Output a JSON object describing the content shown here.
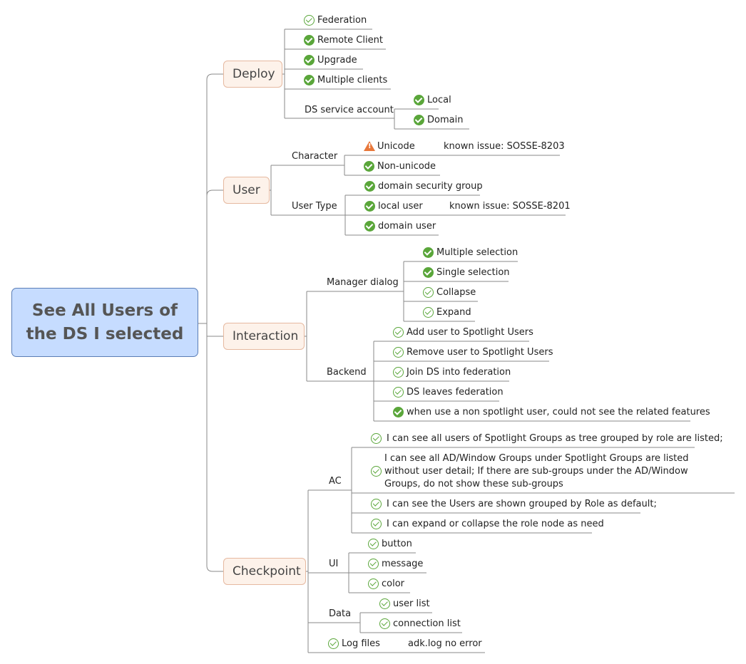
{
  "root": {
    "line1": "See All Users of",
    "line2": "the DS I selected"
  },
  "branches": {
    "deploy": "Deploy",
    "user": "User",
    "interaction": "Interaction",
    "checkpoint": "Checkpoint"
  },
  "deploy": {
    "federation": "Federation",
    "remote_client": "Remote Client",
    "upgrade": "Upgrade",
    "multiple_clients": "Multiple clients",
    "ds_service_account": "DS service account",
    "local": "Local",
    "domain": "Domain"
  },
  "user": {
    "character": "Character",
    "unicode": "Unicode",
    "unicode_note": "known issue: SOSSE-8203",
    "non_unicode": "Non-unicode",
    "user_type": "User Type",
    "domain_security_group": "domain security group",
    "local_user": "local user",
    "local_user_note": "known issue: SOSSE-8201",
    "domain_user": "domain user"
  },
  "interaction": {
    "manager_dialog": "Manager dialog",
    "multiple_selection": "Multiple selection",
    "single_selection": "Single selection",
    "collapse": "Collapse",
    "expand": "Expand",
    "backend": "Backend",
    "add_user": "Add user to Spotlight Users",
    "remove_user": "Remove user to Spotlight Users",
    "join_ds": "Join DS into federation",
    "ds_leaves": "DS leaves federation",
    "non_spotlight": "when use a non spotlight user, could not see the related features"
  },
  "checkpoint": {
    "ac": "AC",
    "ac1": "I can see all users of Spotlight Groups as tree grouped by role are listed;",
    "ac2": "I can see all AD/Window Groups under Spotlight Groups are listed without user detail; If there are sub-groups under the AD/Window Groups, do not show these sub-groups",
    "ac3": "I can see the Users are shown grouped by Role as default;",
    "ac4": "I can expand or collapse the role node as need",
    "ui": "UI",
    "button": "button",
    "message": "message",
    "color": "color",
    "data": "Data",
    "user_list": "user list",
    "connection_list": "connection list",
    "log_files": "Log files",
    "log_note": "adk.log no error"
  },
  "colors": {
    "check": "#5aa63a",
    "warning": "#e8773a",
    "root_fill": "#c6dcff",
    "branch_fill": "#fdf2ea",
    "line": "#888888"
  }
}
